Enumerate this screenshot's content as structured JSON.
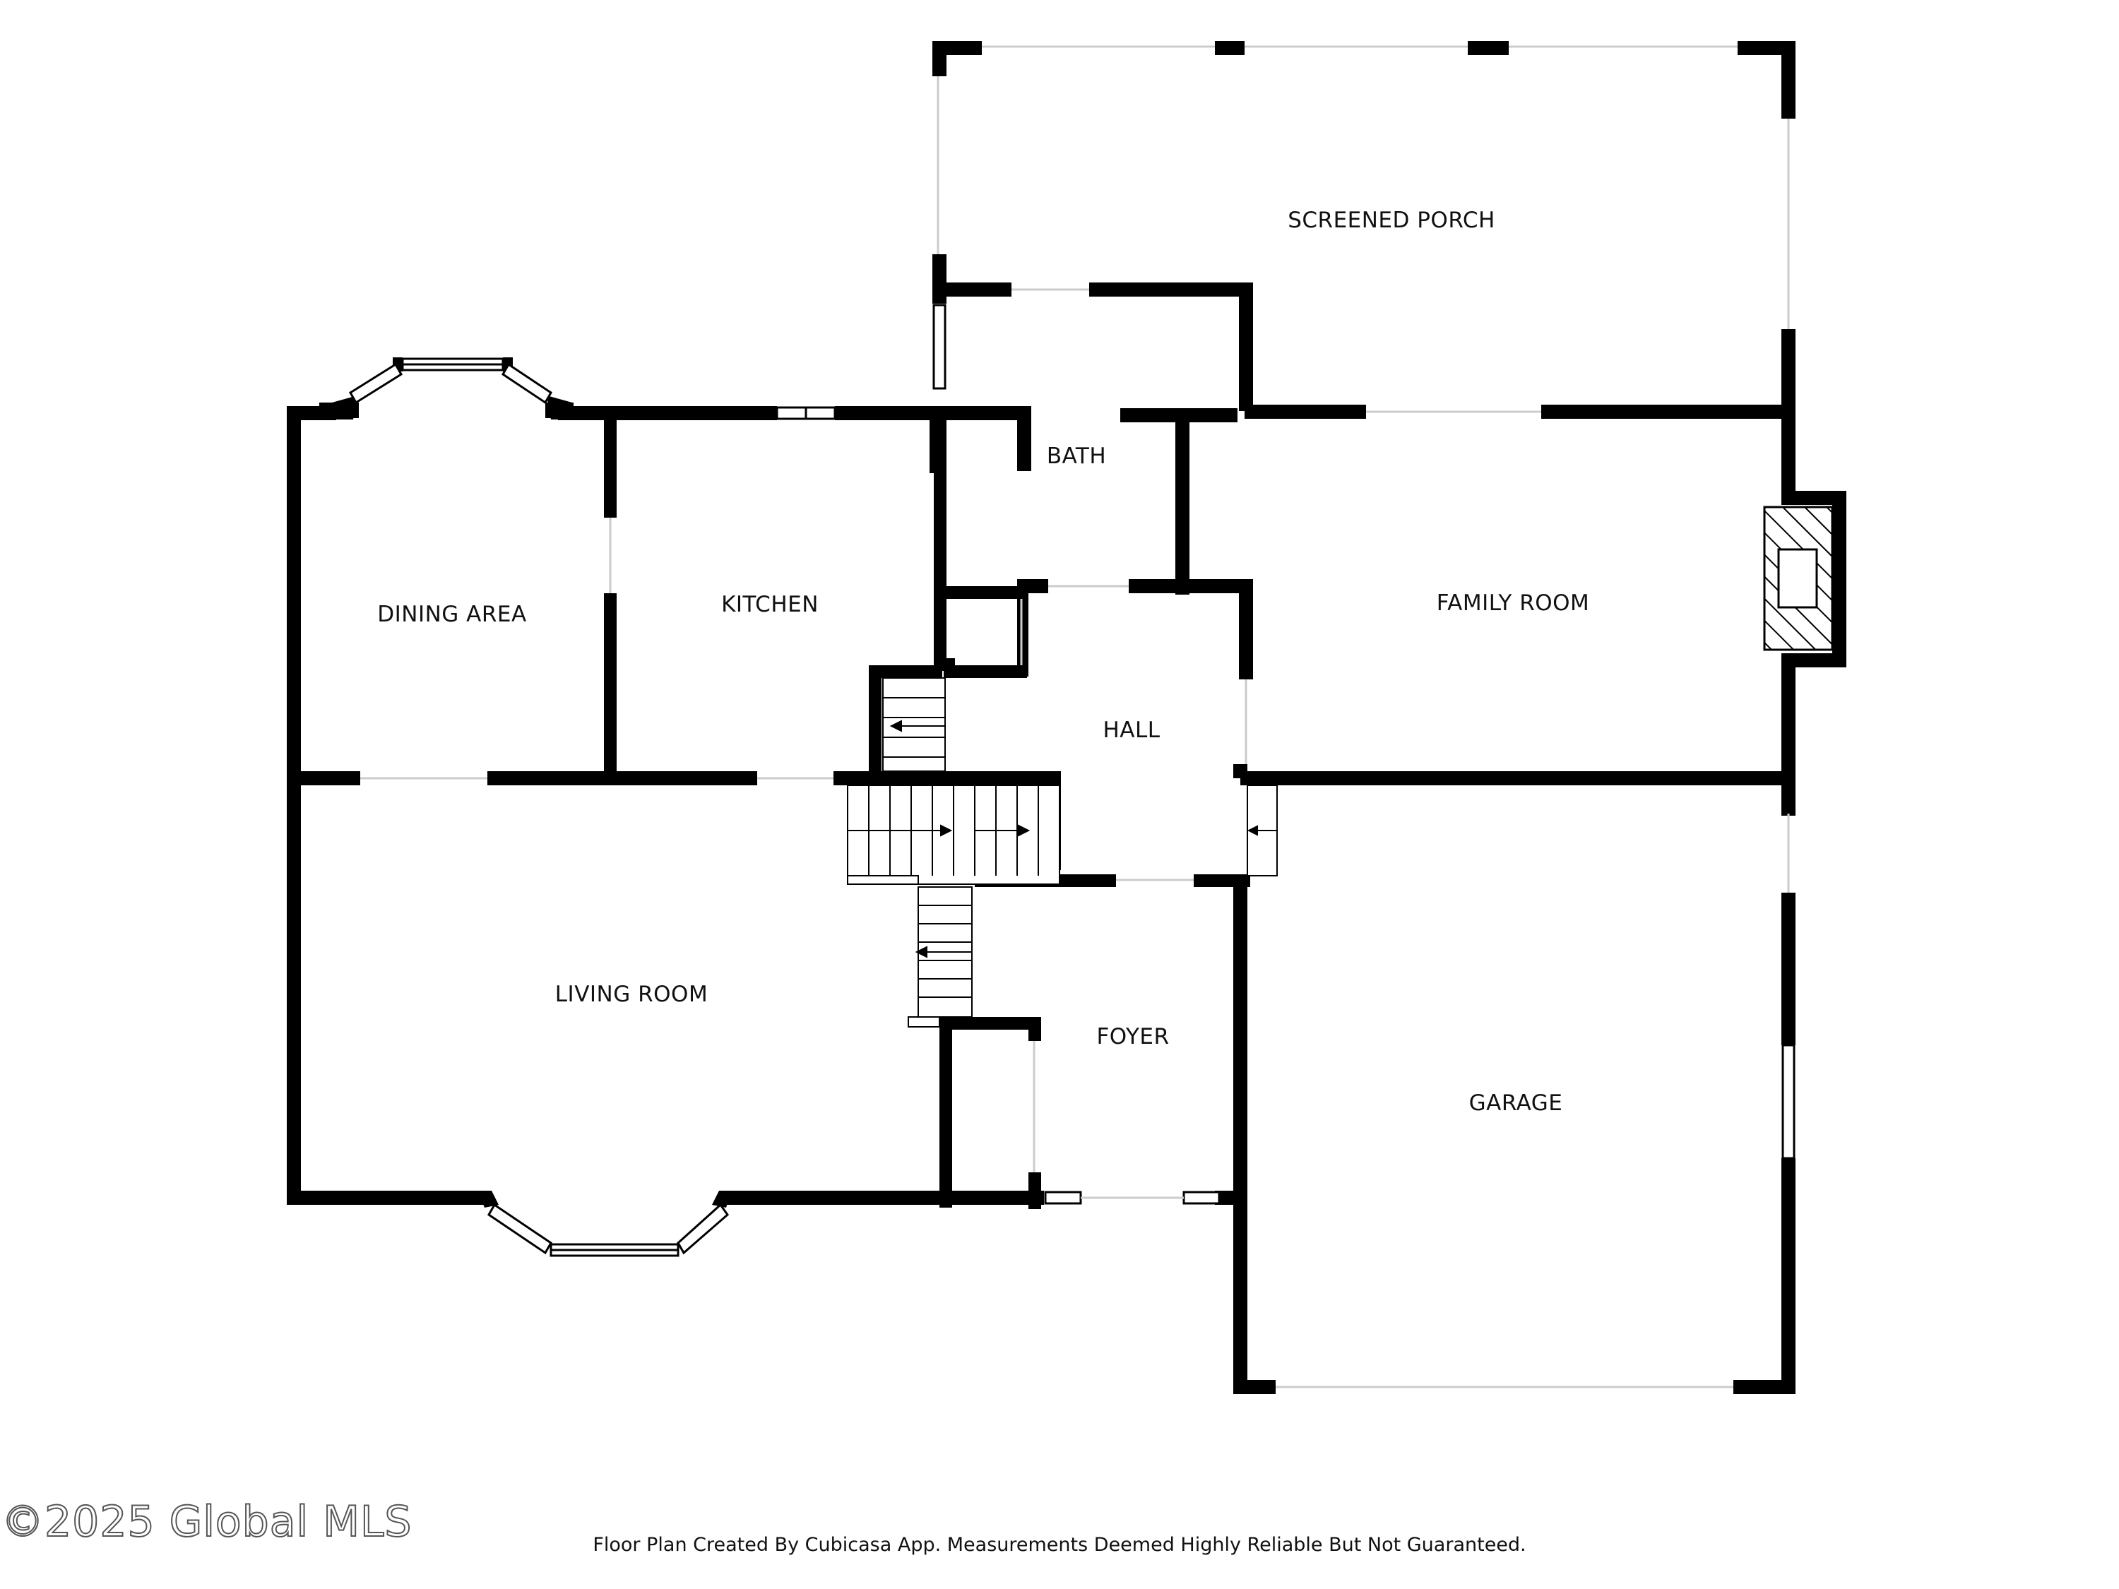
{
  "rooms": {
    "screened_porch": "SCREENED PORCH",
    "bath": "BATH",
    "dining_area": "DINING AREA",
    "kitchen": "KITCHEN",
    "family_room": "FAMILY ROOM",
    "hall": "HALL",
    "living_room": "LIVING ROOM",
    "foyer": "FOYER",
    "garage": "GARAGE"
  },
  "caption": "Floor Plan Created By Cubicasa App. Measurements Deemed Highly Reliable But Not Guaranteed.",
  "watermark": "©2025 Global MLS",
  "colors": {
    "wall": "#000000",
    "background": "#ffffff",
    "label": "#111111"
  }
}
